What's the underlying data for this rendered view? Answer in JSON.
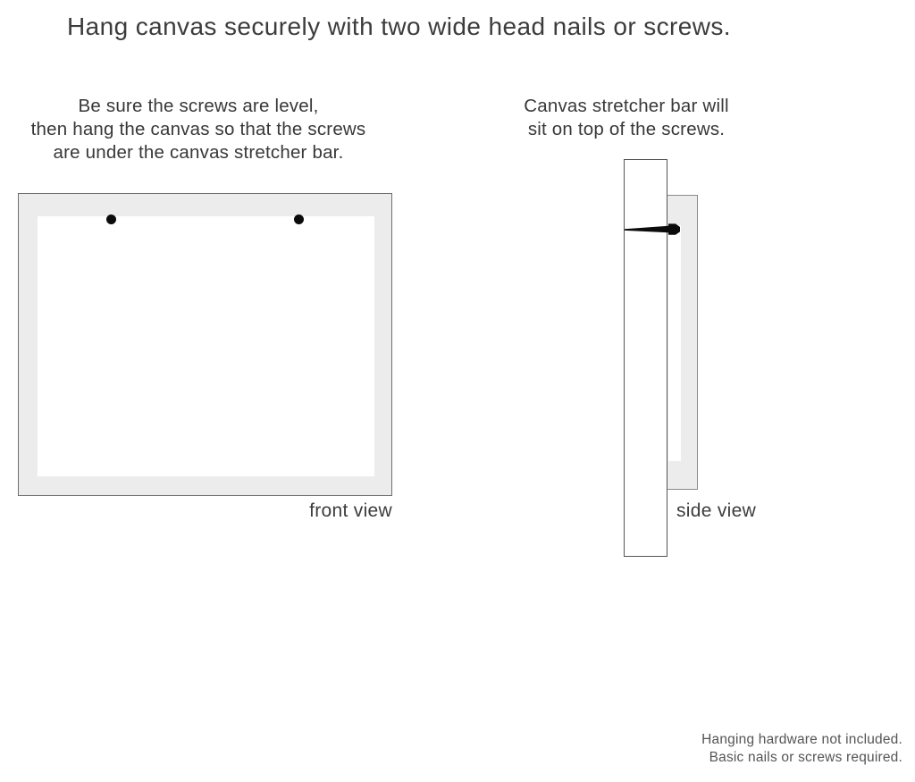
{
  "page": {
    "title": "Hang canvas securely with two wide head nails or screws."
  },
  "instructions": {
    "left": "Be sure the screws are level,\nthen hang the canvas so that the screws\nare under the canvas stretcher bar.",
    "right": "Canvas stretcher bar will\nsit on top of the screws."
  },
  "diagrams": {
    "front_view": {
      "label": "front view",
      "nail_count": 2
    },
    "side_view": {
      "label": "side view"
    }
  },
  "footnote": "Hanging hardware not included.\nBasic nails or screws required.",
  "colors": {
    "canvas_gray": "#ececec",
    "canvas_border": "#6e6e6e",
    "side_border_light": "#8a8a8a",
    "side_border_dark": "#555555",
    "nail_black": "#0b0b0b",
    "text": "#3c3c3c",
    "footnote_text": "#555555"
  }
}
